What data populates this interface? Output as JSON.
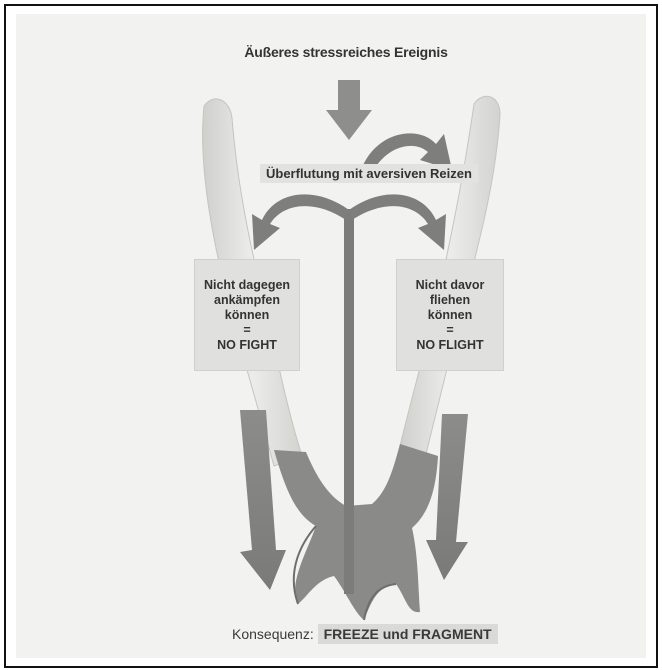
{
  "diagram": {
    "event_label": "Äußeres stressreiches Ereignis",
    "flood_label": "Überflutung mit aversiven Reizen",
    "left_box": {
      "lines": [
        "Nicht dagegen",
        "ankämpfen",
        "können",
        "=",
        "NO FIGHT"
      ]
    },
    "right_box": {
      "lines": [
        "Nicht davor",
        "fliehen",
        "können",
        "=",
        "NO FLIGHT"
      ]
    },
    "consequence_prefix": "Konsequenz:",
    "consequence_value": "FREEZE und FRAGMENT"
  }
}
